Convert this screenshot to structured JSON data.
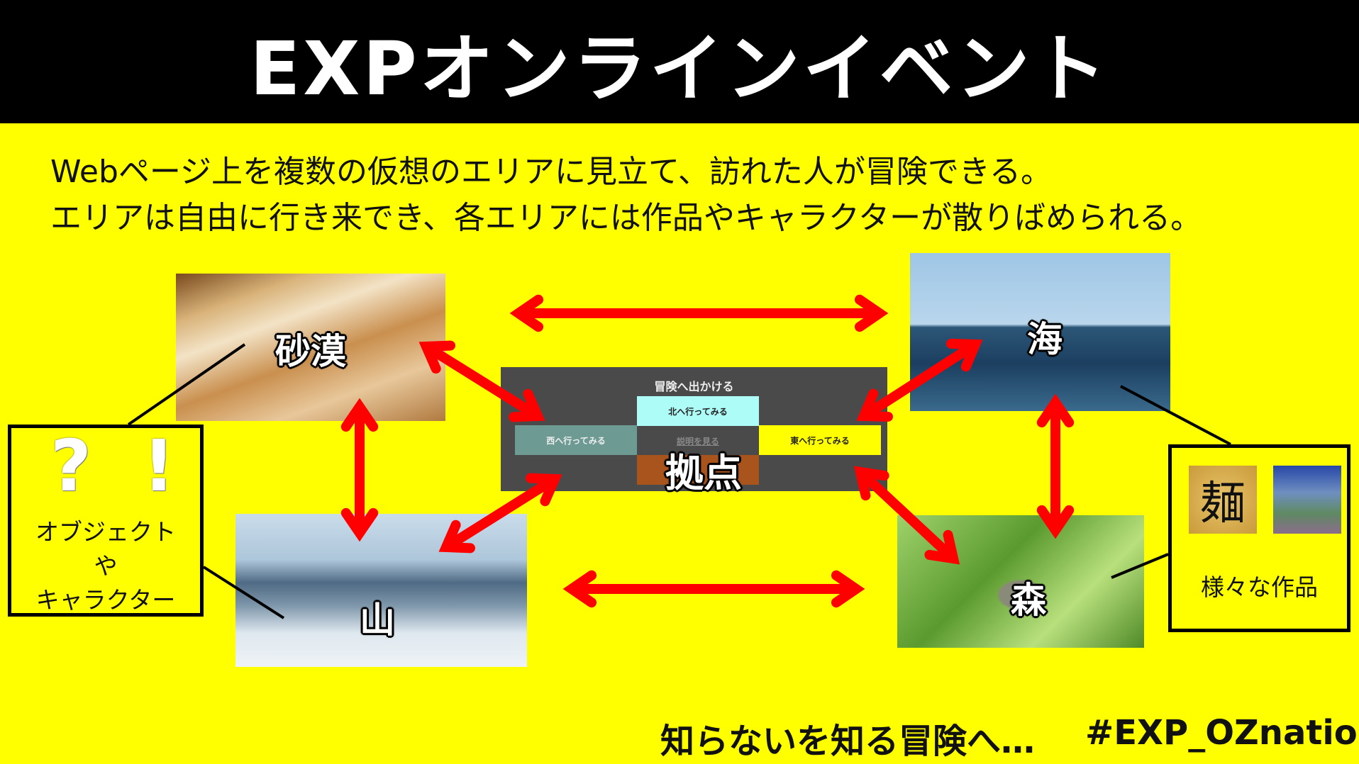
{
  "header": {
    "title": "EXPオンラインイベント"
  },
  "description": [
    "Webページ上を複数の仮想のエリアに見立て、訪れた人が冒険できる。",
    "エリアは自由に行き来でき、各エリアには作品やキャラクターが散りばめられる。"
  ],
  "areas": {
    "desert": "砂漠",
    "sea": "海",
    "mountain": "山",
    "forest": "森",
    "hub": "拠点"
  },
  "hub_panel": {
    "title": "冒険へ出かける",
    "north": "北へ行ってみる",
    "west": "西へ行ってみる",
    "east": "東へ行ってみる",
    "info": "説明を見る"
  },
  "left_box": {
    "q": "?",
    "ex": "!",
    "line1": "オブジェクト",
    "line2": "や",
    "line3": "キャラクター"
  },
  "right_box": {
    "thumb1": "麺",
    "label": "様々な作品"
  },
  "footer": {
    "tagline": "知らないを知る冒険へ…",
    "hashtag": "#EXP_OZnation"
  },
  "colors": {
    "background": "#ffff00",
    "arrow": "#ff0000",
    "header": "#000000"
  }
}
